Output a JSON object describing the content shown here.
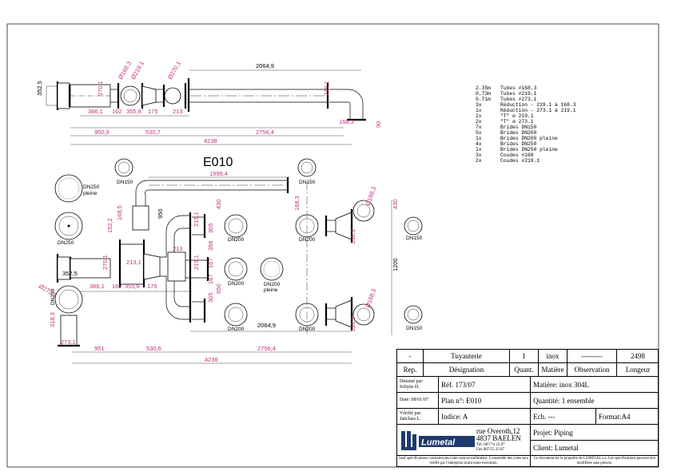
{
  "labels": {
    "title": "E010",
    "dn150": "DN150",
    "dn200": "DN200",
    "dn250": "DN250",
    "dn250_pleine": "DN250\npleine",
    "dn200_pleine": "DN200\npleine",
    "pleine": "pleine"
  },
  "dims_top": {
    "d2064": "2064,9",
    "d352": "352,5",
    "d270a": "270,1",
    "d386": "386,1",
    "d162": "162",
    "d355": "355,8",
    "d175": "175",
    "d213": "213",
    "d950": "950,9",
    "d530": "530,7",
    "d2756": "2756,4",
    "d4238": "4238",
    "d168a": "Ø168,3",
    "d168b": "Ø219,1",
    "d270b": "Ø270,1",
    "d219": "219,1",
    "d1683": "168,3",
    "d90": "90"
  },
  "dims_bottom": {
    "d1999": "1999,4",
    "d2064": "2064,9",
    "d951": "951",
    "d5306": "530,6",
    "d2756": "2756,4",
    "d4238": "4238",
    "d352": "352,5",
    "d386": "386,1",
    "d162": "162",
    "d3556": "355,6",
    "d175": "175",
    "d270": "270,1",
    "d1522": "152,2",
    "d1685": "168,5",
    "d213a": "213,1",
    "d213": "213",
    "d950": "950",
    "d430a": "430",
    "d430b": "430",
    "d305a": "305",
    "d305b": "305",
    "d356": "356",
    "d167a": "167",
    "d167b": "167",
    "d650": "650",
    "d219a": "219,1",
    "d219b": "219,1",
    "d1200": "1200",
    "d168a": "168,3",
    "d168b": "168,3",
    "d168c": "168,3",
    "d1683d": "Ø168,3",
    "d1683e": "Ø168,3",
    "d2731": "Ø273,1",
    "d3183": "318,3",
    "d2731b": "273,1"
  },
  "bom": [
    {
      "qty": "2.35m",
      "desc": "Tubes  #168.3"
    },
    {
      "qty": "0.73m",
      "desc": "Tubes  #219.1"
    },
    {
      "qty": "0.71m",
      "desc": "Tubes  #273.1"
    },
    {
      "qty": "3x",
      "desc": "Réduction  - 219.1 à 168.3"
    },
    {
      "qty": "1x",
      "desc": "Réduction  - 273.1 à 219.1"
    },
    {
      "qty": "2x",
      "desc": "\"T\" ø 219.1"
    },
    {
      "qty": "2x",
      "desc": "\"T\" ø 273.1"
    },
    {
      "qty": "7x",
      "desc": "Brides  DN150"
    },
    {
      "qty": "5x",
      "desc": "Brides  DN200"
    },
    {
      "qty": "1x",
      "desc": "Brides  DN200 pleine"
    },
    {
      "qty": "4x",
      "desc": "Brides  DN250"
    },
    {
      "qty": "1x",
      "desc": "Brides  DN250 pleine"
    },
    {
      "qty": "3x",
      "desc": "Coudes  #168"
    },
    {
      "qty": "2x",
      "desc": "Coudes  #219.1"
    }
  ],
  "title_block": {
    "row1": {
      "rep": "-",
      "designation": "Tuyauterie",
      "quant": "1",
      "matiere": "inox",
      "observation": "---------",
      "longueur": "2498"
    },
    "headers": {
      "rep": "Rep.",
      "designation": "Désignation",
      "quant": "Quant.",
      "matiere": "Matière",
      "observation": "Observation",
      "longueur": "Longeur"
    },
    "dessine_label": "Dessiné par:",
    "dessine_name": "Schyns D.",
    "ref": "Réf. 173/07",
    "matiere_full": "Matière: inox 304L",
    "date": "Date: 08/01/07",
    "plan": "Plan n°: E010",
    "quantite": "Quantité: 1 ensemble",
    "verifie_label": "Vérifié par:",
    "verifie_name": "Janclaes L.",
    "indice": "Indice: A",
    "ech": "Ech. ---",
    "format": "Format:A4",
    "address1": "rue Overoth,12",
    "address2": "4837 BAELEN",
    "tel": "Tél. 087/74 23 87",
    "fax": "Fax.087/55 23 87",
    "logo_text": "Lumetal",
    "projet": "Projet: Piping",
    "client": "Client: Lumetal",
    "note_left": "Sauf spécifications contraires,les cotes sont en millimètre. L'ensemble des cotes sera vérifié par l'entreprise avant toute exécution.",
    "note_right": "Ce document est la propriété de LUMETAL s.a. Les spécifications peuvent être modifiées sans préavis."
  }
}
